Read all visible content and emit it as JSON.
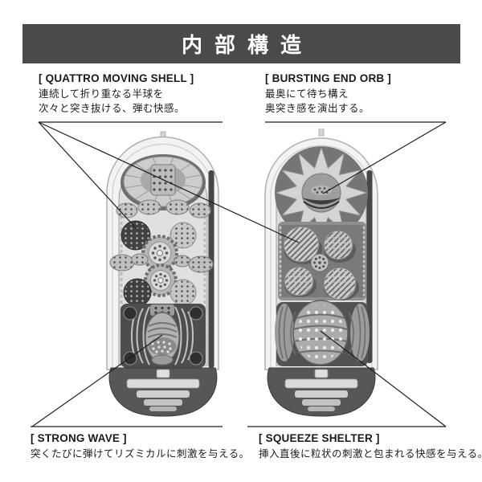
{
  "banner": {
    "title": "内部構造",
    "bg_color": "#4a4a4a",
    "text_color": "#ffffff"
  },
  "features": {
    "quattro": {
      "label": "[ QUATTRO MOVING SHELL ]",
      "desc": [
        "連続して折り重なる半球を",
        "次々と突き抜ける、弾む快感。"
      ]
    },
    "bursting": {
      "label": "[ BURSTING END ORB ]",
      "desc": [
        "最奥にて待ち構え",
        "奥突き感を演出する。"
      ]
    },
    "strong": {
      "label": "[ STRONG WAVE ]",
      "desc": [
        "突くたびに弾けてリズミカルに刺激を与える。"
      ]
    },
    "squeeze": {
      "label": "[ SQUEEZE SHELTER ]",
      "desc": [
        "挿入直後に粒状の刺激と包まれる快感を与える。"
      ]
    }
  },
  "colors": {
    "connector_line": "#1f1f1f",
    "label_text": "#1a1a1a",
    "page_background": "#ffffff",
    "shell": "#f3f3f3",
    "cavity": "#e0e0e0",
    "dark_recess": "#4a4a4a"
  }
}
